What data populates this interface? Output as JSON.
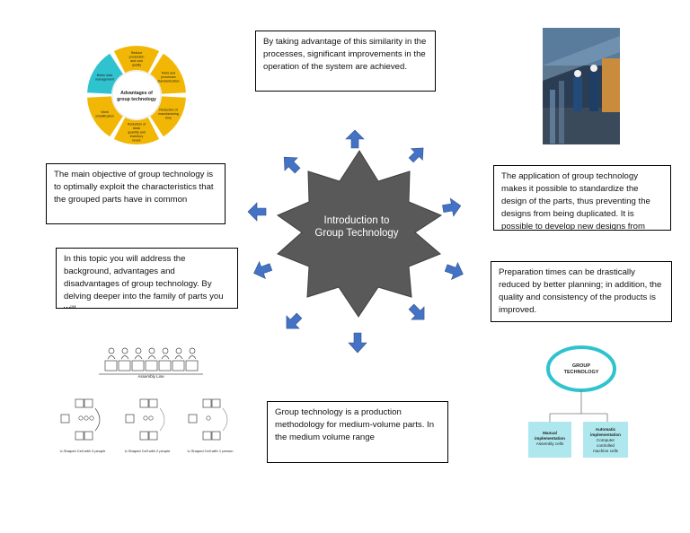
{
  "center": {
    "line1": "Introduction to",
    "line2": "Group Technology"
  },
  "boxes": {
    "top": "By taking advantage of this similarity in the processes, significant improvements in the operation of the system are achieved.",
    "left_upper": "The main objective of group technology is to optimally exploit the characteristics that the grouped parts have in common",
    "left_lower": "In this topic you will address the background, advantages and disadvantages of group technology. By delving deeper into the family of parts you will",
    "right_upper": "The application of group technology makes it possible to standardize the design of the parts, thus preventing the designs from being duplicated. It is possible to develop new designs from existing designs ahead",
    "right_lower": "Preparation times can be drastically reduced by better planning; in addition, the quality and consistency of the products is improved.",
    "bottom": "Group technology is a production methodology for medium-volume parts. In the medium volume range"
  },
  "cycle_diagram": {
    "center": [
      "Advantages of",
      "group technology"
    ],
    "segments": [
      "Reduce production and cost quality",
      "Parts and processes standardization",
      "Reduction of manufacturing time",
      "Reduction of stock quantity and inventory levels",
      "Work simplification",
      "Better data management"
    ],
    "colors": [
      "#f2b705",
      "#f2b705",
      "#f2b705",
      "#f2b705",
      "#f2b705",
      "#2fc3d0"
    ]
  },
  "cell_diagram": {
    "title": "Assembly Line",
    "captions": [
      "U-Shaped Cell with 3 people",
      "U-Shaped Cell with 2 people",
      "U-Shaped Cell with 1 person"
    ]
  },
  "gt_tree": {
    "root": [
      "GROUP",
      "TECHNOLOGY"
    ],
    "left": {
      "title": [
        "Manual",
        "implementation"
      ],
      "sub": [
        "Assembly cells"
      ]
    },
    "right": {
      "title": [
        "Automatic",
        "implementation"
      ],
      "sub": [
        "Computer",
        "controlled",
        "machine cells"
      ]
    }
  },
  "colors": {
    "star": "#595959",
    "arrow": "#4472c4",
    "cyan": "#2fc3d0",
    "amber": "#f2b705"
  }
}
